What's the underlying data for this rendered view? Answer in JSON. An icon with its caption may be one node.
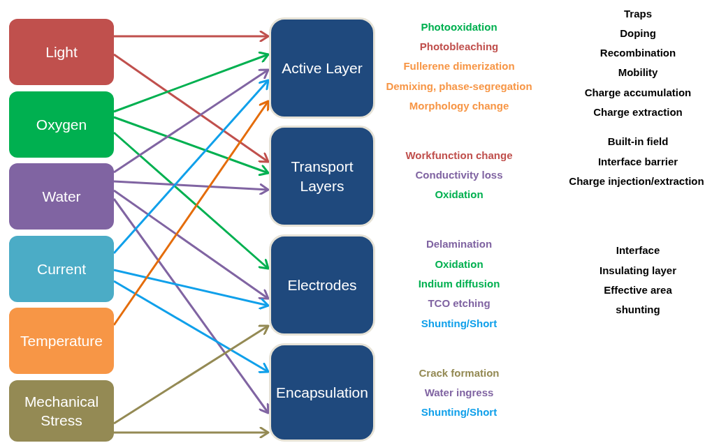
{
  "diagram": {
    "nodes": [
      {
        "text": [
          "Light"
        ]
      },
      {
        "text": [
          "Oxygen"
        ]
      },
      {
        "text": [
          "Water"
        ]
      },
      {
        "text": [
          "Current"
        ]
      },
      {
        "text": [
          "Temperature"
        ]
      },
      {
        "text": [
          "Mechanical Stress"
        ]
      },
      {
        "text": [
          "Active Layer"
        ]
      },
      {
        "text": [
          "Transport Layers"
        ]
      },
      {
        "text": [
          "Electrodes"
        ]
      },
      {
        "text": [
          "Encapsulation"
        ]
      }
    ],
    "edges": [
      {
        "from": 0,
        "to": 6,
        "arrow": "to",
        "color": "#c0504d"
      },
      {
        "from": 0,
        "to": 7,
        "arrow": "to",
        "color": "#c0504d"
      },
      {
        "from": 1,
        "to": 6,
        "arrow": "to",
        "color": "#00b050"
      },
      {
        "from": 1,
        "to": 7,
        "arrow": "to",
        "color": "#00b050"
      },
      {
        "from": 1,
        "to": 8,
        "arrow": "to",
        "color": "#00b050"
      },
      {
        "from": 2,
        "to": 6,
        "arrow": "to",
        "color": "#8064a2"
      },
      {
        "from": 2,
        "to": 7,
        "arrow": "to",
        "color": "#8064a2"
      },
      {
        "from": 2,
        "to": 8,
        "arrow": "to",
        "color": "#8064a2"
      },
      {
        "from": 2,
        "to": 9,
        "arrow": "to",
        "color": "#8064a2"
      },
      {
        "from": 3,
        "to": 6,
        "arrow": "to",
        "color": "#10a0ea"
      },
      {
        "from": 3,
        "to": 8,
        "arrow": "to",
        "color": "#10a0ea"
      },
      {
        "from": 3,
        "to": 9,
        "arrow": "to",
        "color": "#10a0ea"
      },
      {
        "from": 4,
        "to": 6,
        "arrow": "to",
        "color": "#e46c0a"
      },
      {
        "from": 5,
        "to": 8,
        "arrow": "to",
        "color": "#948a54"
      },
      {
        "from": 5,
        "to": 9,
        "arrow": "to",
        "color": "#948a54"
      }
    ],
    "labels": [
      "Traps",
      "Photooxidation",
      "Doping",
      "Photobleaching",
      "Recombination",
      "Fullerene dimerization",
      "Mobility",
      "Demixing, phase-segregation",
      "Charge accumulation",
      "Morphology change",
      "Charge extraction",
      "Built-in field",
      "Workfunction change",
      "Interface barrier",
      "Conductivity loss",
      "Charge injection/extraction",
      "Oxidation",
      "Delamination",
      "Interface",
      "Oxidation",
      "Insulating layer",
      "Indium diffusion",
      "Effective area",
      "TCO etching",
      "shunting",
      "Shunting/Short",
      "Crack formation",
      "Water ingress",
      "Shunting/Short"
    ]
  }
}
